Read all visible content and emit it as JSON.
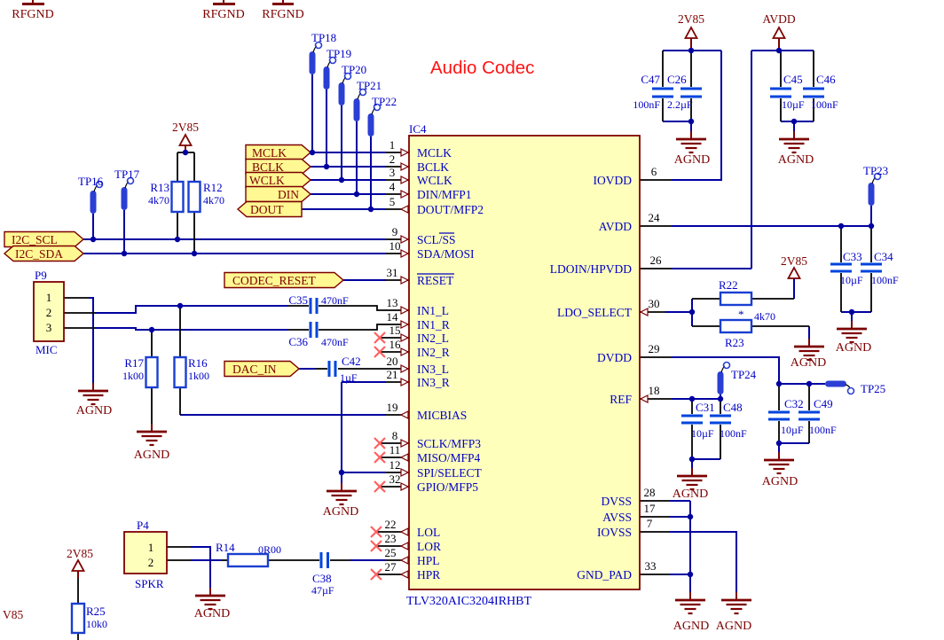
{
  "title": "Audio Codec",
  "ic": {
    "ref": "IC4",
    "part": "TLV320AIC3204IRHBT",
    "left_pins": [
      {
        "num": "1",
        "name": "MCLK"
      },
      {
        "num": "2",
        "name": "BCLK"
      },
      {
        "num": "3",
        "name": "WCLK"
      },
      {
        "num": "4",
        "name": "DIN/MFP1"
      },
      {
        "num": "5",
        "name": "DOUT/MFP2"
      },
      {
        "num": "9",
        "name": "SCL/SS"
      },
      {
        "num": "10",
        "name": "SDA/MOSI"
      },
      {
        "num": "31",
        "name": "RESET"
      },
      {
        "num": "13",
        "name": "IN1_L"
      },
      {
        "num": "14",
        "name": "IN1_R"
      },
      {
        "num": "15",
        "name": "IN2_L"
      },
      {
        "num": "16",
        "name": "IN2_R"
      },
      {
        "num": "20",
        "name": "IN3_L"
      },
      {
        "num": "21",
        "name": "IN3_R"
      },
      {
        "num": "19",
        "name": "MICBIAS"
      },
      {
        "num": "8",
        "name": "SCLK/MFP3"
      },
      {
        "num": "11",
        "name": "MISO/MFP4"
      },
      {
        "num": "12",
        "name": "SPI/SELECT"
      },
      {
        "num": "32",
        "name": "GPIO/MFP5"
      },
      {
        "num": "22",
        "name": "LOL"
      },
      {
        "num": "23",
        "name": "LOR"
      },
      {
        "num": "25",
        "name": "HPL"
      },
      {
        "num": "27",
        "name": "HPR"
      }
    ],
    "right_pins": [
      {
        "num": "6",
        "name": "IOVDD"
      },
      {
        "num": "24",
        "name": "AVDD"
      },
      {
        "num": "26",
        "name": "LDOIN/HPVDD"
      },
      {
        "num": "30",
        "name": "LDO_SELECT"
      },
      {
        "num": "29",
        "name": "DVDD"
      },
      {
        "num": "18",
        "name": "REF"
      },
      {
        "num": "28",
        "name": "DVSS"
      },
      {
        "num": "17",
        "name": "AVSS"
      },
      {
        "num": "7",
        "name": "IOVSS"
      },
      {
        "num": "33",
        "name": "GND_PAD"
      }
    ]
  },
  "ports": {
    "mclk": "MCLK",
    "bclk": "BCLK",
    "wclk": "WCLK",
    "din": "DIN",
    "dout": "DOUT",
    "scl": "I2C_SCL",
    "sda": "I2C_SDA",
    "reset": "CODEC_RESET",
    "dac": "DAC_IN"
  },
  "testpoints": {
    "tp16": "TP16",
    "tp17": "TP17",
    "tp18": "TP18",
    "tp19": "TP19",
    "tp20": "TP20",
    "tp21": "TP21",
    "tp22": "TP22",
    "tp23": "TP23",
    "tp24": "TP24",
    "tp25": "TP25"
  },
  "connectors": {
    "p9": {
      "ref": "P9",
      "name": "MIC",
      "pin1": "1",
      "pin2": "2",
      "pin3": "3"
    },
    "p4": {
      "ref": "P4",
      "name": "SPKR",
      "pin1": "1",
      "pin2": "2"
    }
  },
  "resistors": {
    "r13": {
      "ref": "R13",
      "value": "4k70"
    },
    "r12": {
      "ref": "R12",
      "value": "4k70"
    },
    "r17": {
      "ref": "R17",
      "value": "1k00"
    },
    "r16": {
      "ref": "R16",
      "value": "1k00"
    },
    "r22": {
      "ref": "R22"
    },
    "r23": {
      "ref": "R23"
    },
    "r22r23": {
      "star": "*",
      "value": "4k70"
    },
    "r14": {
      "ref": "R14",
      "value": "0R00"
    },
    "r25": {
      "ref": "R25",
      "value": "10k0"
    }
  },
  "capacitors": {
    "c47": {
      "ref": "C47",
      "value": "100nF"
    },
    "c26": {
      "ref": "C26",
      "value": "2.2µF"
    },
    "c45": {
      "ref": "C45",
      "value": "10µF"
    },
    "c46": {
      "ref": "C46",
      "value": "100nF"
    },
    "c33": {
      "ref": "C33",
      "value": "10µF"
    },
    "c34": {
      "ref": "C34",
      "value": "100nF"
    },
    "c35": {
      "ref": "C35",
      "value": "470nF"
    },
    "c36": {
      "ref": "C36",
      "value": "470nF"
    },
    "c42": {
      "ref": "C42",
      "value": "1µF"
    },
    "c31": {
      "ref": "C31",
      "value": "10µF"
    },
    "c48": {
      "ref": "C48",
      "value": "100nF"
    },
    "c32": {
      "ref": "C32",
      "value": "10µF"
    },
    "c49": {
      "ref": "C49",
      "value": "100nF"
    },
    "c38": {
      "ref": "C38",
      "value": "47µF"
    }
  },
  "power": {
    "v2v85": "2V85",
    "avdd": "AVDD",
    "v85": "V85"
  },
  "ground": {
    "agnd": "AGND",
    "rfgnd": "RFGND"
  }
}
